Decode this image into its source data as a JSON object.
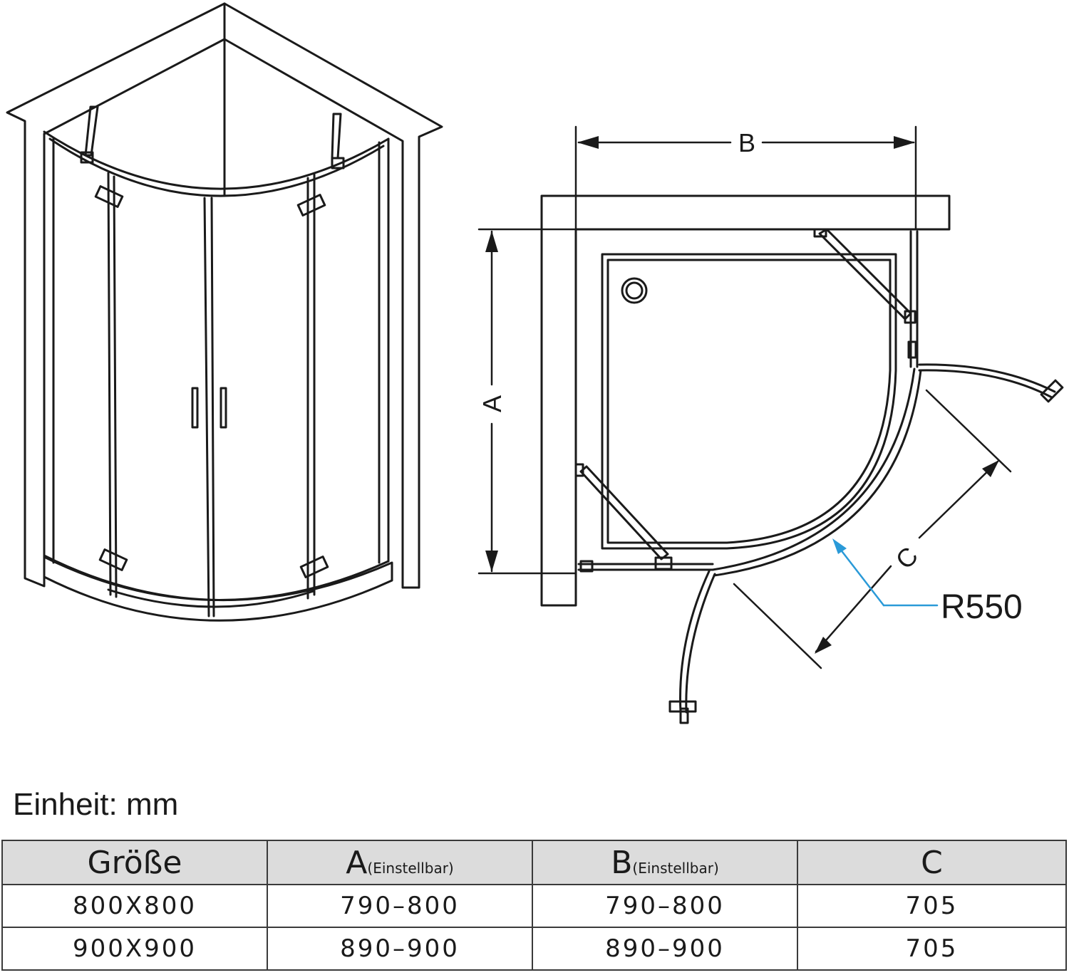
{
  "diagram": {
    "dim_a": "A",
    "dim_b": "B",
    "dim_c": "C",
    "radius_label": "R550",
    "accent_color": "#2a9ad8"
  },
  "unit_label": "Einheit: mm",
  "table": {
    "headers": [
      {
        "main": "Größe",
        "sub": ""
      },
      {
        "main": "A",
        "sub": "(Einstellbar)"
      },
      {
        "main": "B",
        "sub": "(Einstellbar)"
      },
      {
        "main": "C",
        "sub": ""
      }
    ],
    "rows": [
      [
        "800X800",
        "790–800",
        "790–800",
        "705"
      ],
      [
        "900X900",
        "890–900",
        "890–900",
        "705"
      ]
    ]
  }
}
